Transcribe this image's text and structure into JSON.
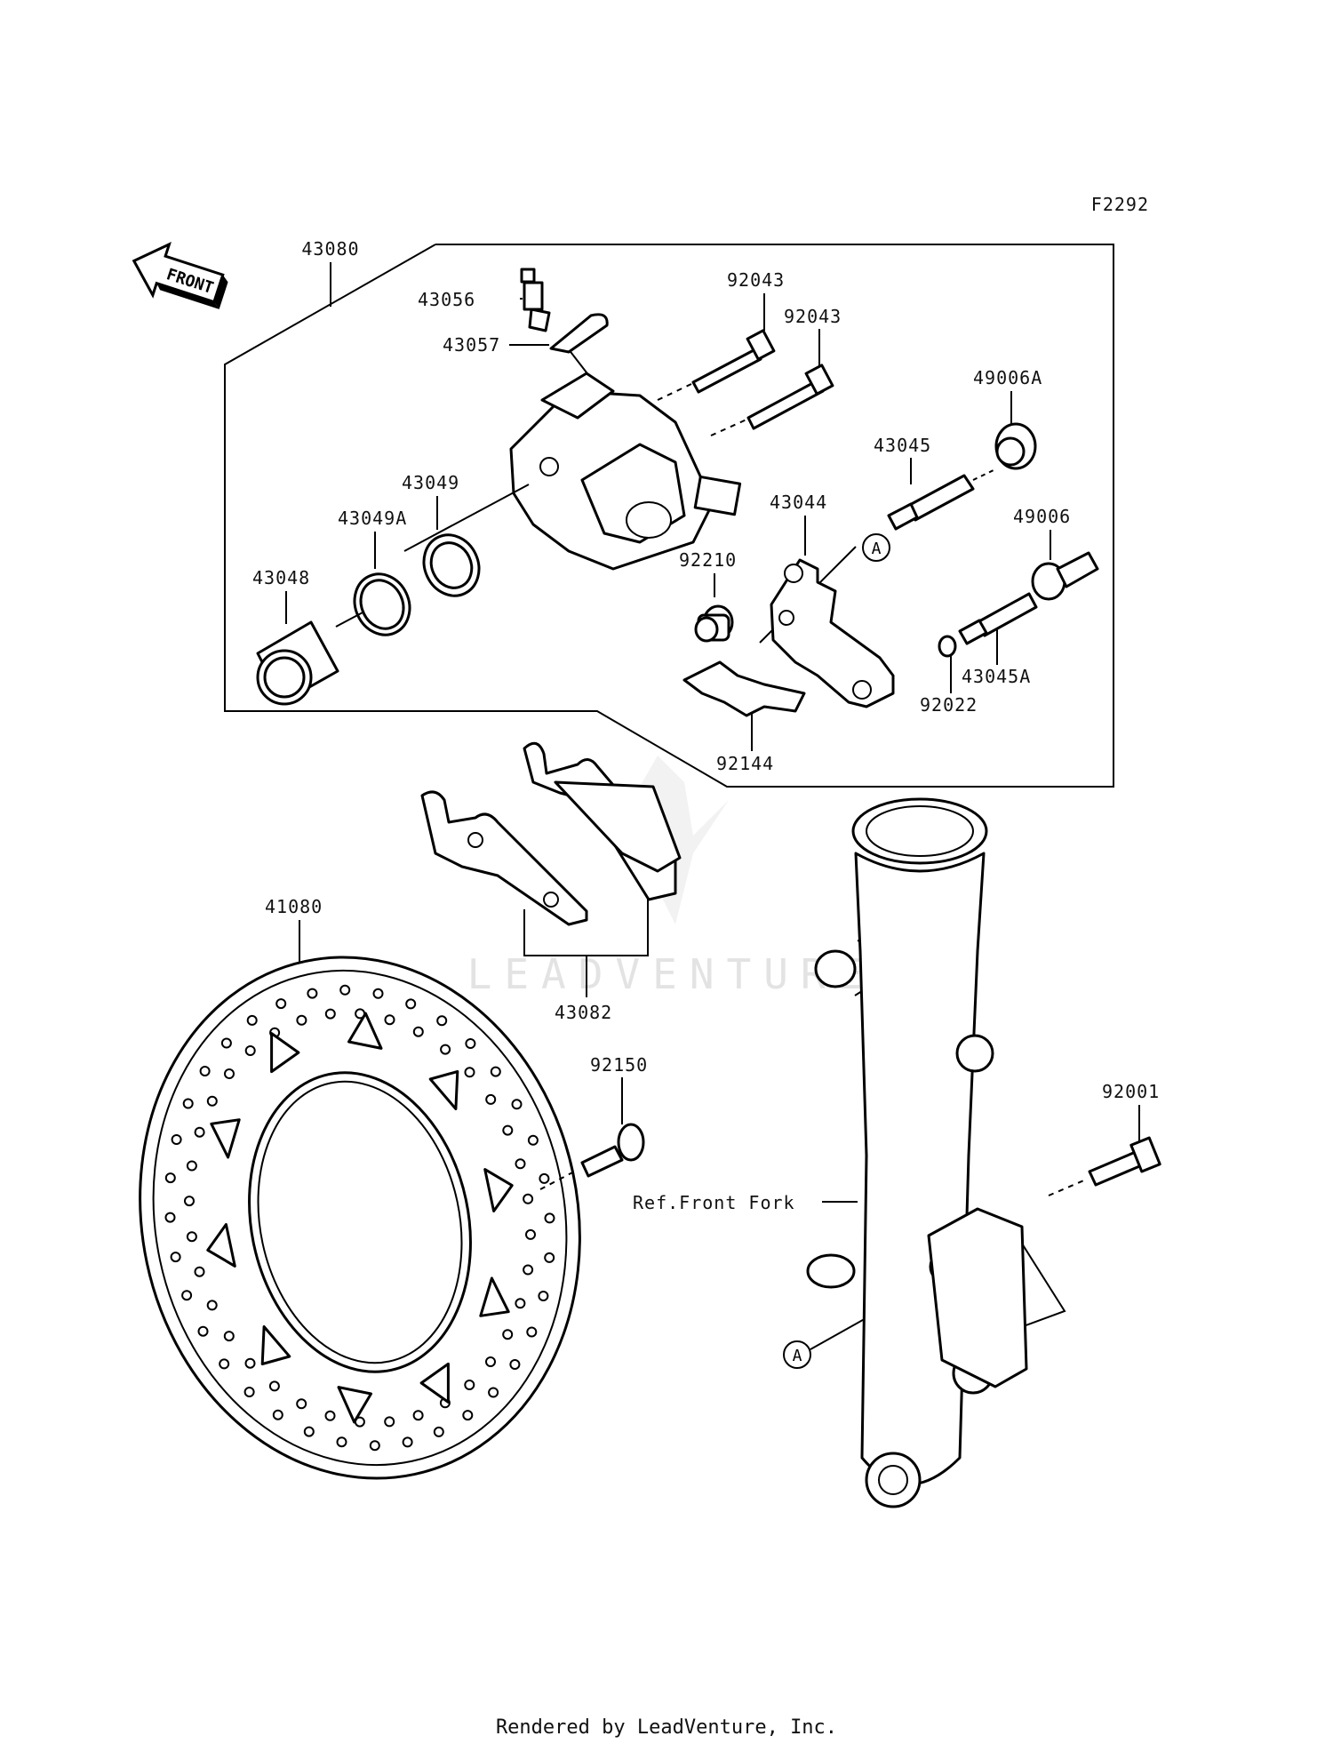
{
  "diagram_code": "F2292",
  "front_marker": "FRONT",
  "labels": {
    "assembly": "43080",
    "bleeder_valve": "43056",
    "bleeder_cap": "43057",
    "pin_1": "92043",
    "pin_2": "92043",
    "boot_a": "49006A",
    "pin_sleeve_a": "43045",
    "bracket": "43044",
    "bolt": "92210",
    "boot": "49006",
    "pin_sleeve": "43045A",
    "circlip": "92022",
    "spring": "92144",
    "seal_large": "43049",
    "seal_small": "43049A",
    "piston": "43048",
    "pads": "43082",
    "disc": "41080",
    "disc_bolt": "92150",
    "caliper_bolt": "92001",
    "fork_ref": "Ref.Front Fork",
    "ref_a_top": "A",
    "ref_a_bottom": "A"
  },
  "watermark": "LEADVENTURE",
  "footer": "Rendered by LeadVenture, Inc."
}
